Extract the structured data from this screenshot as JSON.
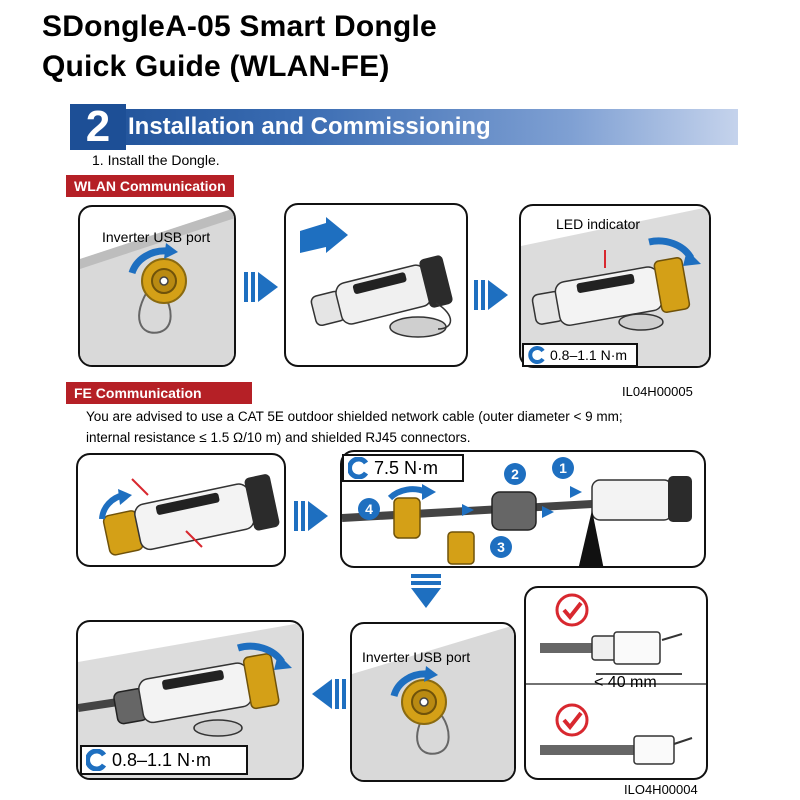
{
  "header": {
    "title_line1": "SDongleA-05 Smart Dongle",
    "title_line2": "Quick Guide (WLAN-FE)"
  },
  "section": {
    "number": "2",
    "title": "Installation and Commissioning"
  },
  "step1": "1.   Install the Dongle.",
  "wlan": {
    "tag": "WLAN Communication",
    "usb_port_label": "Inverter USB port",
    "led_label": "LED indicator",
    "torque": "0.8–1.1 N·m",
    "figure_code": "IL04H00005"
  },
  "fe": {
    "tag": "FE Communication",
    "note_line1": "You are advised to use a CAT 5E outdoor shielded network cable (outer diameter < 9 mm;",
    "note_line2": "internal resistance ≤ 1.5 Ω/10 m) and shielded RJ45 connectors.",
    "torque_assembly": "7.5 N·m",
    "steps": [
      "1",
      "2",
      "3",
      "4"
    ],
    "usb_port_label": "Inverter USB port",
    "strip_length": "< 40 mm",
    "torque_install": "0.8–1.1 N·m",
    "figure_code": "ILO4H00004"
  },
  "colors": {
    "brand_blue": "#1d4f96",
    "tag_red": "#b52026",
    "arrow_blue": "#1e6fc0",
    "nut_gold": "#d4a017",
    "check_red": "#d8282f"
  },
  "icons": [
    "rotate-icon",
    "arrow-right-icon",
    "arrow-down-icon",
    "arrow-left-icon",
    "check-icon"
  ]
}
